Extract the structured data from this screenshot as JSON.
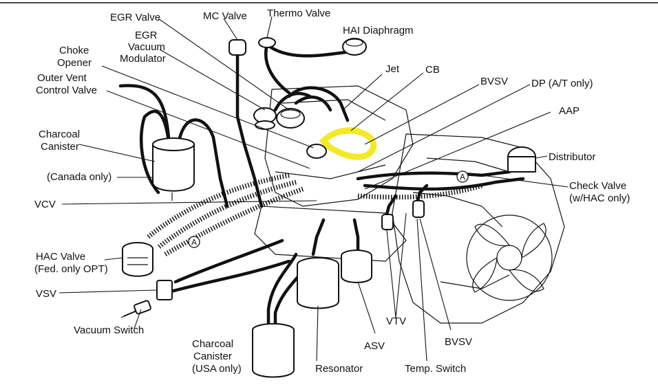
{
  "labels": {
    "egr_valve": "EGR Valve",
    "mc_valve": "MC Valve",
    "thermo_valve": "Thermo Valve",
    "hai_diaphragm": "HAI Diaphragm",
    "egr_vacuum_modulator_1": "EGR",
    "egr_vacuum_modulator_2": "Vacuum",
    "egr_vacuum_modulator_3": "Modulator",
    "choke_opener_1": "Choke",
    "choke_opener_2": "Opener",
    "outer_vent_1": "Outer Vent",
    "outer_vent_2": "Control Valve",
    "jet": "Jet",
    "cb": "CB",
    "bvsv_top": "BVSV",
    "dp": "DP (A/T only)",
    "aap": "AAP",
    "charcoal_canister_1": "Charcoal",
    "charcoal_canister_2": "Canister",
    "canada_only": "(Canada only)",
    "distributor": "Distributor",
    "check_valve_1": "Check Valve",
    "check_valve_2": "(w/HAC only)",
    "vcv": "VCV",
    "hac_valve_1": "HAC Valve",
    "hac_valve_2": "(Fed. only OPT)",
    "vsv": "VSV",
    "vacuum_switch": "Vacuum Switch",
    "charcoal_usa_1": "Charcoal",
    "charcoal_usa_2": "Canister",
    "charcoal_usa_3": "(USA only)",
    "resonator": "Resonator",
    "asv": "ASV",
    "vtv": "VTV",
    "bvsv_bottom": "BVSV",
    "temp_switch": "Temp. Switch",
    "connector_a": "A"
  },
  "colors": {
    "ink": "#111111",
    "highlight": "#f2e500",
    "background": "#ffffff"
  }
}
